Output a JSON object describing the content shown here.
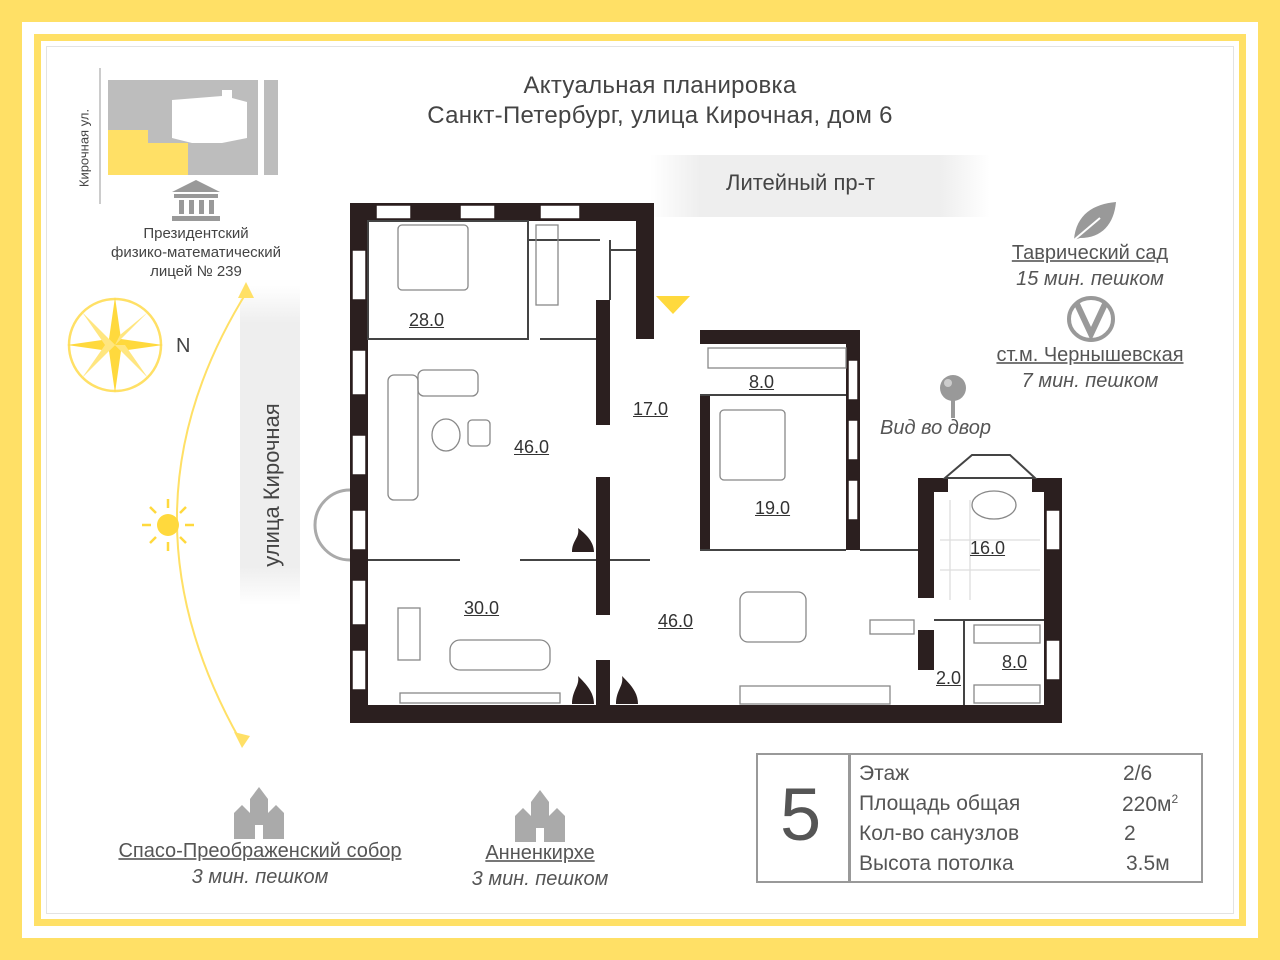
{
  "header": {
    "title_line1": "Актуальная планировка",
    "title_line2": "Санкт-Петербург, улица Кирочная, дом 6"
  },
  "streets": {
    "top": "Литейный пр-т",
    "left": "улица Кирочная",
    "map_label": "Кирочная ул."
  },
  "school": {
    "icon": "classical-building-icon",
    "line1": "Президентский",
    "line2": "физико-математический",
    "line3": "лицей № 239"
  },
  "compass": {
    "north_label": "N",
    "icon": "compass-rose-icon"
  },
  "poi": [
    {
      "name": "Таврический сад",
      "walk": "15 мин. пешком",
      "icon": "leaf-icon"
    },
    {
      "name": "ст.м. Чернышевская",
      "walk": "7 мин. пешком",
      "icon": "metro-icon"
    },
    {
      "name": "Спасо-Преображенский собор",
      "walk": "3 мин. пешком",
      "icon": "church-icon"
    },
    {
      "name": "Анненкирхе",
      "walk": "3 мин. пешком",
      "icon": "church-icon"
    }
  ],
  "courtyard_view": {
    "label": "Вид во двор",
    "icon": "map-pin-icon"
  },
  "rooms": [
    "28.0",
    "46.0",
    "17.0",
    "8.0",
    "19.0",
    "30.0",
    "46.0",
    "16.0",
    "8.0",
    "2.0"
  ],
  "info": {
    "apartment_number": "5",
    "rows": [
      {
        "label": "Этаж",
        "value": "2/6"
      },
      {
        "label": "Площадь общая",
        "value": "220м",
        "sup": "2"
      },
      {
        "label": "Кол-во санузлов",
        "value": "2"
      },
      {
        "label": "Высота потолка",
        "value": "3.5м"
      }
    ]
  },
  "colors": {
    "accent": "#FFE066",
    "wall": "#2b1f1f",
    "text": "#555555"
  }
}
